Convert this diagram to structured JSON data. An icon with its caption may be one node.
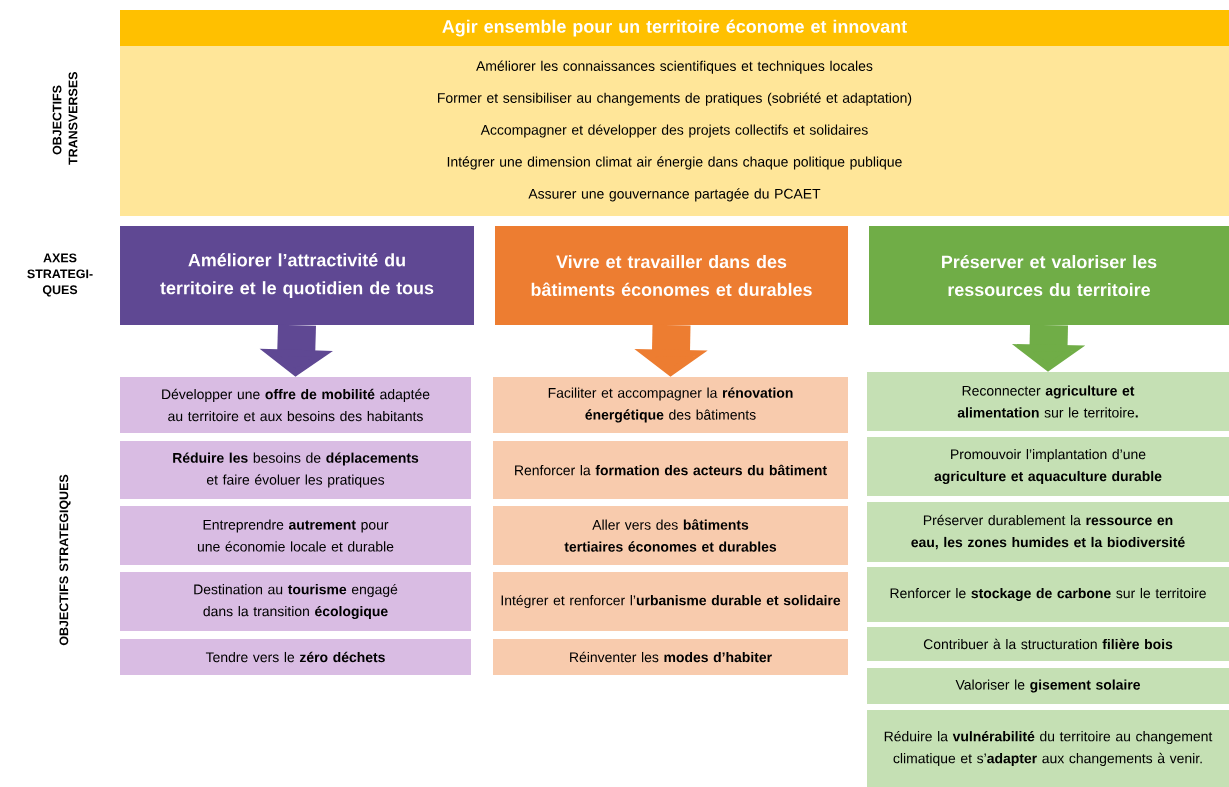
{
  "diagram": {
    "nodes": [
      {
        "text": [
          "Agir ensemble pour un territoire économe et innovant"
        ]
      },
      {
        "text": [
          "Améliorer les connaissances scientifiques et techniques locales",
          "Former et sensibiliser au changements de pratiques (sobriété et adaptation)",
          "Accompagner et développer des projets collectifs et solidaires",
          "Intégrer une dimension climat air énergie dans chaque politique publique",
          "Assurer une gouvernance partagée du PCAET"
        ]
      },
      {
        "text": [
          "Améliorer l’attractivité du territoire et le quotidien de tous"
        ]
      },
      {
        "text": [
          "Vivre et travailler dans des bâtiments économes et durables"
        ]
      },
      {
        "text": [
          "Préserver et valoriser les ressources du territoire"
        ]
      },
      {
        "text": [
          "Développer une **offre de mobilité** adaptée au territoire et aux besoins des habitants"
        ]
      },
      {
        "text": [
          "**Réduire les** besoins de **déplacements** et faire évoluer les pratiques"
        ]
      },
      {
        "text": [
          "Entreprendre **autrement** pour une économie locale et durable"
        ]
      },
      {
        "text": [
          "Destination au **tourisme** engagé dans la transition **écologique**"
        ]
      },
      {
        "text": [
          "Tendre vers le **zéro déchets**"
        ]
      },
      {
        "text": [
          "Faciliter et accompagner la **rénovation énergétique** des bâtiments"
        ]
      },
      {
        "text": [
          "Renforcer la **formation des acteurs du bâtiment**"
        ]
      },
      {
        "text": [
          "Aller vers des **bâtiments tertiaires économes et durables**"
        ]
      },
      {
        "text": [
          "Intégrer et renforcer l’**urbanisme durable et solidaire**"
        ]
      },
      {
        "text": [
          "Réinventer les **modes d’habiter**"
        ]
      },
      {
        "text": [
          "Reconnecter **agriculture et alimentation** sur le territoire**.**"
        ]
      },
      {
        "text": [
          "Promouvoir l’implantation d’une **agriculture et aquaculture durable**"
        ]
      },
      {
        "text": [
          "Préserver durablement la **ressource en eau, les zones humides et la biodiversité**"
        ]
      },
      {
        "text": [
          "Renforcer le **stockage de carbone** sur le territoire"
        ]
      },
      {
        "text": [
          "Contribuer à la structuration **filière bois**"
        ]
      },
      {
        "text": [
          "Valoriser le **gisement solaire**"
        ]
      },
      {
        "text": [
          "Réduire la **vulnérabilité** du territoire au changement climatique et s’**adapter** aux changements à venir."
        ]
      }
    ],
    "edges": [
      {
        "from": 2,
        "to": 5,
        "arrow": "to",
        "color": "#5f4893"
      },
      {
        "from": 3,
        "to": 10,
        "arrow": "to",
        "color": "#ed7d31"
      },
      {
        "from": 4,
        "to": 15,
        "arrow": "to",
        "color": "#70ad47"
      }
    ],
    "labels": [
      "OBJECTIFS TRANSVERSES",
      "AXES STRATEGI- QUES",
      "OBJECTIFS STRATEGIQUES"
    ]
  }
}
